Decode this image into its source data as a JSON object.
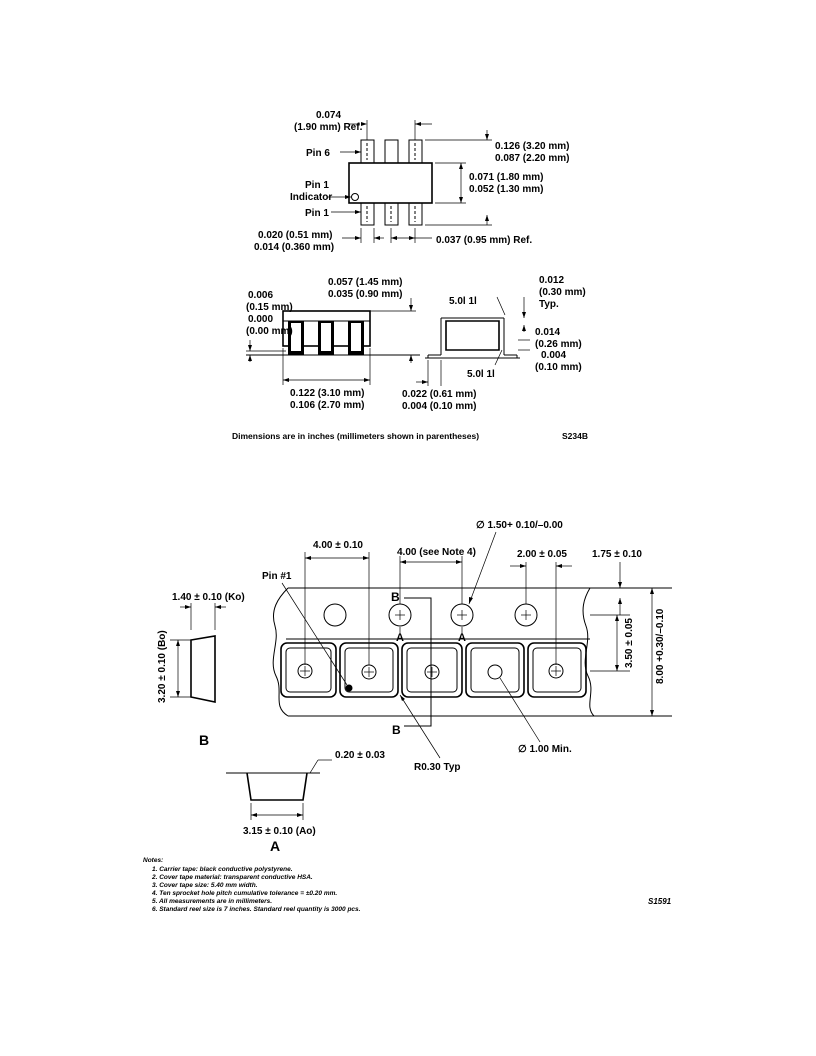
{
  "top_package": {
    "labels": {
      "ref_074": "0.074",
      "ref_074_mm": "(1.90 mm) Ref.",
      "pin6": "Pin 6",
      "pin1_line1": "Pin 1",
      "pin1_line2": "Indicator",
      "pin1": "Pin 1",
      "w126": "0.126 (3.20 mm)",
      "w087": "0.087 (2.20 mm)",
      "h071": "0.071 (1.80 mm)",
      "h052": "0.052 (1.30 mm)",
      "lead020": "0.020 (0.51 mm)",
      "lead014": "0.014 (0.360 mm)",
      "pitch037": "0.037 (0.95 mm) Ref."
    }
  },
  "side_view": {
    "labels": {
      "h006": "0.006",
      "h006_mm": "(0.15 mm)",
      "h000": "0.000",
      "h000_mm": "(0.00 mm)",
      "t057": "0.057 (1.45 mm)",
      "t035": "0.035 (0.90 mm)",
      "len122": "0.122 (3.10 mm)",
      "len106": "0.106 (2.70 mm)"
    }
  },
  "end_view": {
    "labels": {
      "angle_top": "5.0l   1l",
      "angle_bottom": "5.0l   1l",
      "t012": "0.012",
      "t012_mm": "(0.30 mm)",
      "typ": "Typ.",
      "l014": "0.014",
      "l014_mm": "(0.26 mm)",
      "l004": "0.004",
      "l004_mm": "(0.10 mm)",
      "f022": "0.022 (0.61 mm)",
      "f004": "0.004 (0.10 mm)"
    }
  },
  "caption": {
    "dimensions_note": "Dimensions are in inches (millimeters shown in parentheses)",
    "figure_id_top": "S234B"
  },
  "tape": {
    "labels": {
      "hole_dia": "∅ 1.50+ 0.10/–0.00",
      "pitch_400": "4.00 ± 0.10",
      "pitch_note4": "4.00 (see Note 4)",
      "p2_200": "2.00 ± 0.05",
      "e_175": "1.75 ± 0.10",
      "pin1": "Pin #1",
      "ko_140": "1.40 ± 0.10 (Ko)",
      "bo_320": "3.20 ± 0.10 (Bo)",
      "f_350": "3.50 ± 0.05",
      "w_800": "8.00 +0.30/–0.10",
      "b_marker": "B",
      "a_marker": "A",
      "r030": "R0.30 Typ",
      "d100": "∅ 1.00 Min.",
      "section_b": "B",
      "t_020": "0.20 ± 0.03",
      "ao_315": "3.15 ± 0.10 (Ao)",
      "section_a": "A"
    }
  },
  "notes": {
    "title": "Notes:",
    "items": [
      "1.  Carrier tape: black conductive polystyrene.",
      "2.  Cover tape material: transparent conductive HSA.",
      "3.  Cover tape size: 5.40 mm width.",
      "4.  Ten sprocket hole pitch cumulative tolerance = ±0.20 mm.",
      "5.  All measurements are in millimeters.",
      "6.  Standard reel size is 7 inches. Standard reel quantity is 3000 pcs."
    ],
    "figure_id": "S1591"
  }
}
